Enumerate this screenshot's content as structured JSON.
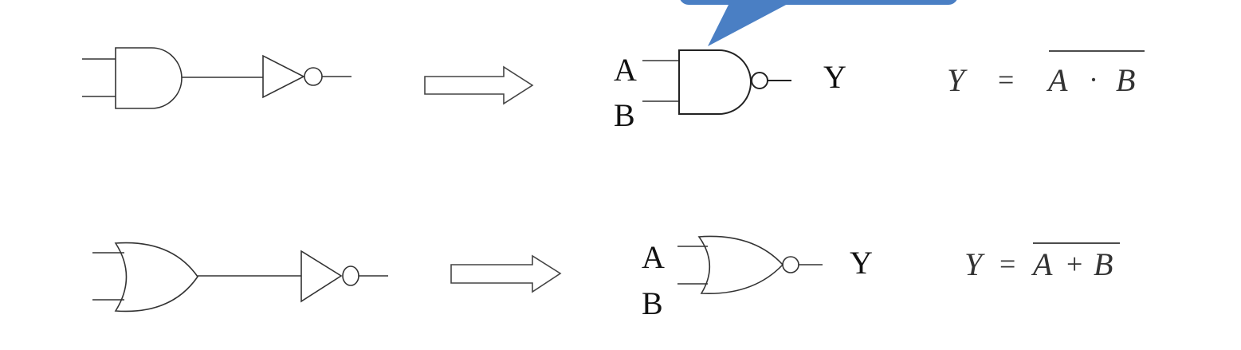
{
  "colors": {
    "callout": "#4A7FC4",
    "line": "#333333",
    "background": "#FFFFFF"
  },
  "rows": [
    {
      "id": "nand",
      "input_a": "A",
      "input_b": "B",
      "output": "Y",
      "equation": {
        "lhs": "Y",
        "equals": "=",
        "var1": "A",
        "op": "·",
        "var2": "B"
      }
    },
    {
      "id": "nor",
      "input_a": "A",
      "input_b": "B",
      "output": "Y",
      "equation": {
        "lhs": "Y",
        "equals": "=",
        "var1": "A",
        "op": "+",
        "var2": "B"
      }
    }
  ]
}
